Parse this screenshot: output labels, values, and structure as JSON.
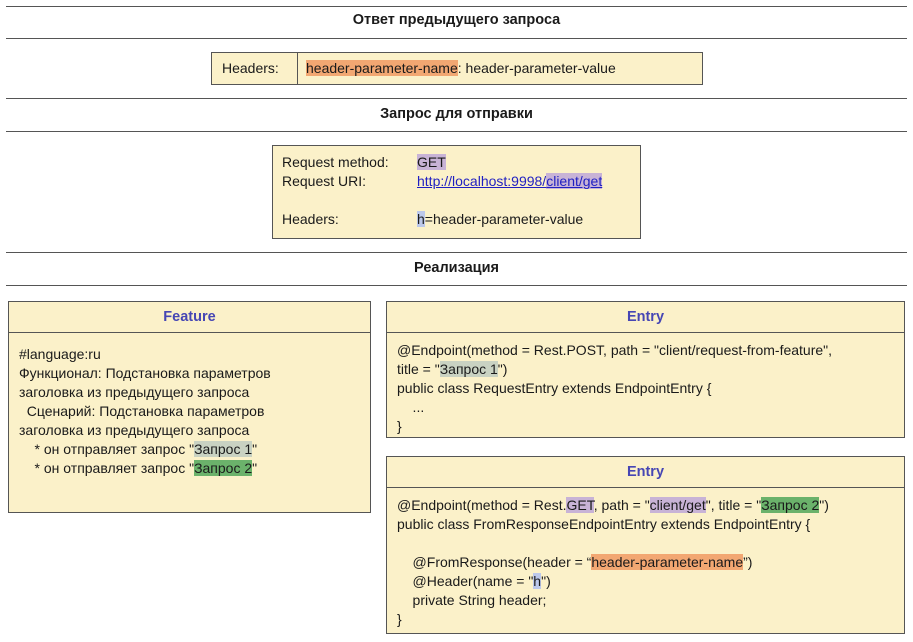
{
  "sections": {
    "previous_response": "Ответ предыдущего запроса",
    "request_to_send": "Запрос для отправки",
    "implementation": "Реализация"
  },
  "previous_response_box": {
    "label": "Headers:",
    "header_name": "header-parameter-name",
    "separator": ": ",
    "header_value": "header-parameter-value"
  },
  "request_box": {
    "method_label": "Request method:",
    "method_value": "GET",
    "uri_label": "Request URI:",
    "uri_prefix": "http://localhost:9998/",
    "uri_path": "client/get",
    "headers_label": "Headers:",
    "headers_key": "h",
    "headers_rest": "=header-parameter-value"
  },
  "feature_panel": {
    "title": "Feature",
    "lines": [
      "#language:ru",
      "Функционал: Подстановка параметров",
      "заголовка из предыдущего запроса",
      "",
      "  Сценарий: Подстановка параметров",
      "заголовка из предыдущего запроса"
    ],
    "step_prefix": "    * он отправляет запрос \"",
    "step1_value": "Запрос 1",
    "step2_value": "Запрос 2",
    "step_suffix": "\""
  },
  "entry_panel_1": {
    "title": "Entry",
    "line1": "@Endpoint(method = Rest.POST, path = \"client/request-from-feature\",",
    "line2_prefix": "title = \"",
    "line2_value": "Запрос 1",
    "line2_suffix": "\")",
    "line3": "public class RequestEntry extends EndpointEntry {",
    "line4": "    ...",
    "line5": "}"
  },
  "entry_panel_2": {
    "title": "Entry",
    "l1_a": "@Endpoint(method = Rest.",
    "l1_method": "GET",
    "l1_b": ", path = \"",
    "l1_path": "client/get",
    "l1_c": "\", title = \"",
    "l1_title": "Запрос 2",
    "l1_d": "\")",
    "line2": "public class FromResponseEndpointEntry extends EndpointEntry {",
    "l4_a": "    @FromResponse(header = “",
    "l4_value": "header-parameter-name",
    "l4_b": "”)",
    "l5_a": "    @Header(name = \"",
    "l5_value": "h",
    "l5_b": "\")",
    "line6": "    private String header;",
    "line7": "}"
  },
  "colors": {
    "box_fill": "#fbf1c9",
    "highlight_orange": "#f2a772",
    "highlight_purple": "#c8b3d6",
    "highlight_gray": "#c9d2c2",
    "highlight_green": "#6bb26b",
    "highlight_blue": "#bcc8ea",
    "panel_title": "#4646b4",
    "link": "#1f1fc2"
  }
}
